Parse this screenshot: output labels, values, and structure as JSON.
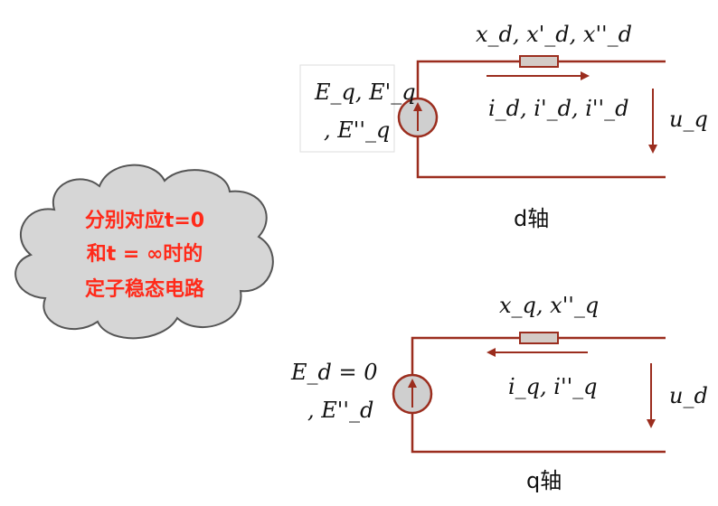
{
  "cloud": {
    "line1": "分别对应t=0",
    "line2": "和t = ∞时的",
    "line3": "定子稳态电路"
  },
  "d_axis": {
    "source_label_line1": "E_q, E'_q",
    "source_label_line2": ", E''_q",
    "reactance_label": "x_d, x'_d, x''_d",
    "current_label": "i_d, i'_d, i''_d",
    "voltage_label": "u_q",
    "axis_label": "d轴"
  },
  "q_axis": {
    "source_label_line1": "E_d = 0",
    "source_label_line2": ", E''_d",
    "reactance_label": "x_q, x''_q",
    "current_label": "i_q, i''_q",
    "voltage_label": "u_d",
    "axis_label": "q轴"
  },
  "colors": {
    "wire": "#9b2d1e",
    "source_fill": "#cfcfcf",
    "cloud_fill": "#d6d6d6",
    "cloud_stroke": "#555555",
    "cloud_text": "#ff2a1a"
  }
}
